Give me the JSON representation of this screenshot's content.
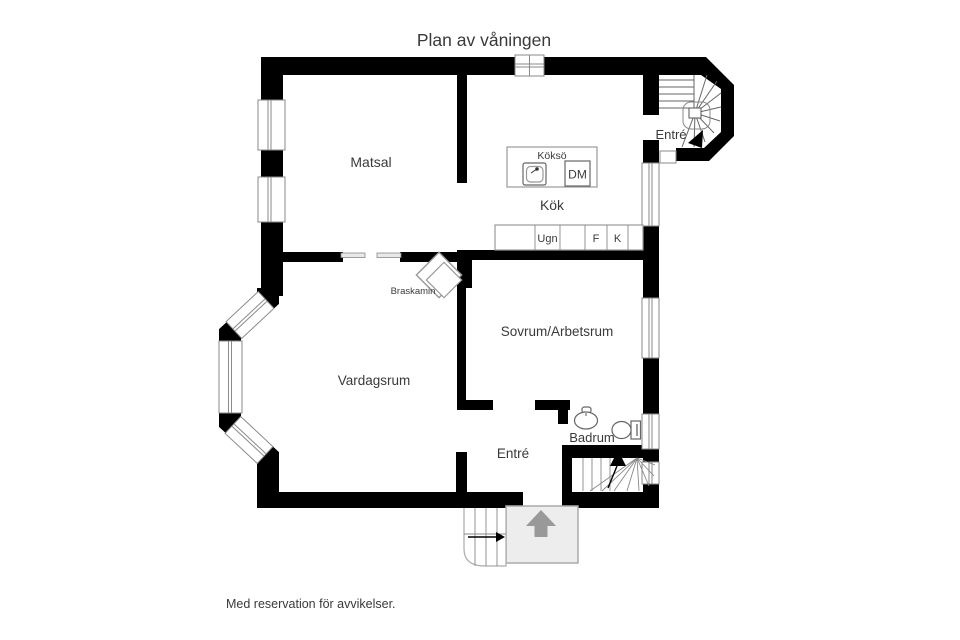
{
  "title": "Plan av våningen",
  "footer": "Med reservation för avvikelser.",
  "rooms": {
    "matsal": "Matsal",
    "kok": "Kök",
    "sovrum_arbetsrum": "Sovrum/Arbetsrum",
    "vardagsrum": "Vardagsrum",
    "badrum": "Badrum",
    "entre_upper": "Entré",
    "entre_lower": "Entré"
  },
  "kitchen": {
    "island_label": "Köksö",
    "dishwasher": "DM",
    "oven": "Ugn",
    "fridge": "F",
    "freezer": "K"
  },
  "fireplace_label": "Braskamin",
  "colors": {
    "wall": "#000000",
    "label_text": "#3a3a3a",
    "outline_gray": "#8a8a8a",
    "porch_fill": "#ededed",
    "porch_arrow": "#999999"
  }
}
